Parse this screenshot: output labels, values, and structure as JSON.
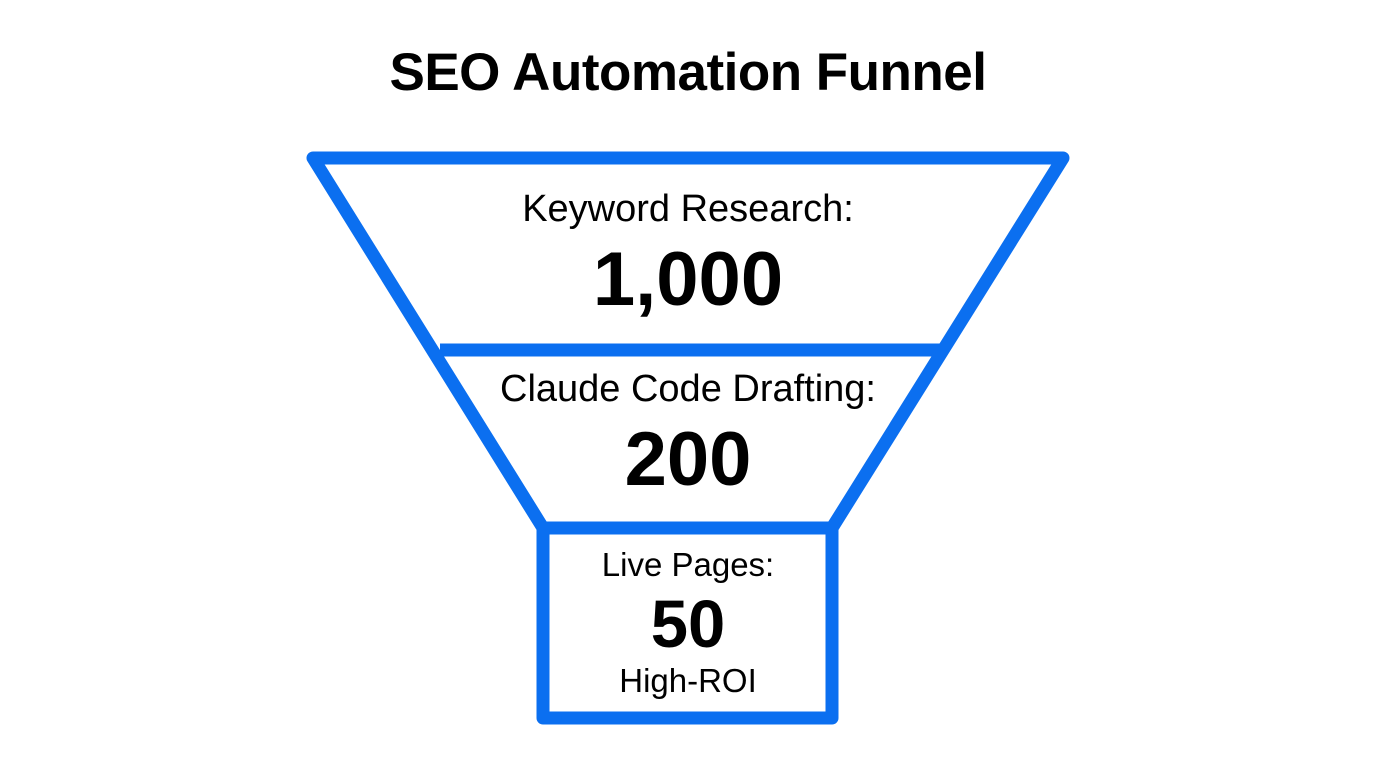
{
  "page": {
    "title": "SEO Automation Funnel",
    "background_color": "#ffffff",
    "accent_color": "#0b6ff0",
    "text_color": "#000000"
  },
  "funnel": {
    "stroke_color": "#0b6ff0",
    "stroke_width": 13,
    "stages": [
      {
        "id": "keyword-research",
        "label": "Keyword Research:",
        "value": "1,000",
        "sub": ""
      },
      {
        "id": "claude-code-drafting",
        "label": "Claude Code Drafting:",
        "value": "200",
        "sub": ""
      },
      {
        "id": "live-pages",
        "label": "Live Pages:",
        "value": "50",
        "sub": "High-ROI"
      }
    ]
  },
  "chart_data": {
    "type": "funnel",
    "title": "SEO Automation Funnel",
    "categories": [
      "Keyword Research",
      "Claude Code Drafting",
      "Live Pages"
    ],
    "values": [
      1000,
      200,
      50
    ],
    "value_labels": [
      "1,000",
      "200",
      "50"
    ],
    "annotations": [
      "High-ROI"
    ],
    "xlabel": "",
    "ylabel": "",
    "legend": "none",
    "grid": false
  }
}
